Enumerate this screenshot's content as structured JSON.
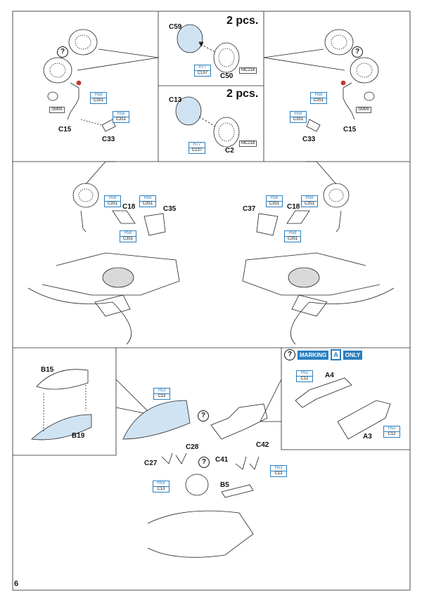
{
  "page_number": "6",
  "steps": {
    "c59": {
      "quantity": "2 pcs.",
      "part_a": "C59",
      "part_b": "C50",
      "paint_code": "H77",
      "paint_name": "C137",
      "metal": "MC218"
    },
    "c13": {
      "quantity": "2 pcs.",
      "part_a": "C13",
      "part_b": "C2",
      "paint_code": "H77",
      "paint_name": "C137",
      "metal": "MC218"
    },
    "left_top": {
      "part_strut": "C15",
      "part_link": "C33",
      "metal": "SM06",
      "paint_a_code": "H58",
      "paint_a_name": "C351",
      "paint_b_code": "H58",
      "paint_b_name": "C351"
    },
    "right_top": {
      "part_strut": "C15",
      "part_link": "C33",
      "metal": "SM06",
      "paint_a_code": "H58",
      "paint_a_name": "C351",
      "paint_b_code": "H58",
      "paint_b_name": "C351"
    },
    "left_bay": {
      "door_a": "C18",
      "door_b": "C35",
      "p1_code": "H58",
      "p1_name": "C351",
      "p2_code": "H58",
      "p2_name": "C351",
      "p3_code": "H58",
      "p3_name": "C351"
    },
    "right_bay": {
      "door_a": "C37",
      "door_b": "C18",
      "p1_code": "H58",
      "p1_name": "C351",
      "p2_code": "H58",
      "p2_name": "C351",
      "p3_code": "H58",
      "p3_name": "C351"
    },
    "tank": {
      "part_top": "B15",
      "part_bottom": "B19"
    },
    "drop_tank": {
      "paint_code": "H53",
      "paint_name": "C13",
      "strut_a": "C27",
      "strut_b": "C28",
      "paint2_code": "H53",
      "paint2_name": "C13"
    },
    "bomb": {
      "strut_a": "C41",
      "strut_b": "C42",
      "rack": "B5",
      "paint_code": "H53",
      "paint_name": "C13"
    },
    "marking": {
      "label": "MARKING",
      "letter": "A",
      "suffix": "ONLY",
      "part_a": "A4",
      "part_b": "A3",
      "p1_code": "H52",
      "p1_name": "C12",
      "p2_code": "H52",
      "p2_name": "C12"
    }
  },
  "question_mark": "?"
}
